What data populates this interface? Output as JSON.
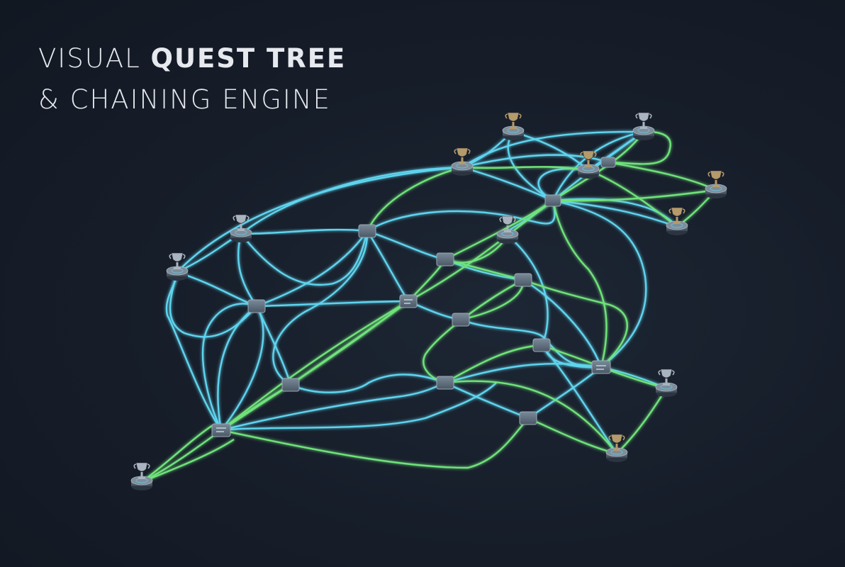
{
  "title": {
    "line1_regular": "VISUAL ",
    "line1_bold": "QUEST TREE",
    "line2": "& CHAINING ENGINE"
  },
  "colors": {
    "background": "#161d29",
    "edge_cyan": "#5fd4ee",
    "edge_green": "#6fe37a",
    "node_fill": "#5b6a78",
    "trophy_gold": "#b59a6a",
    "trophy_silver": "#aab4c0"
  },
  "legend_icons": [
    "trophy-icon",
    "quest-node-icon"
  ]
}
